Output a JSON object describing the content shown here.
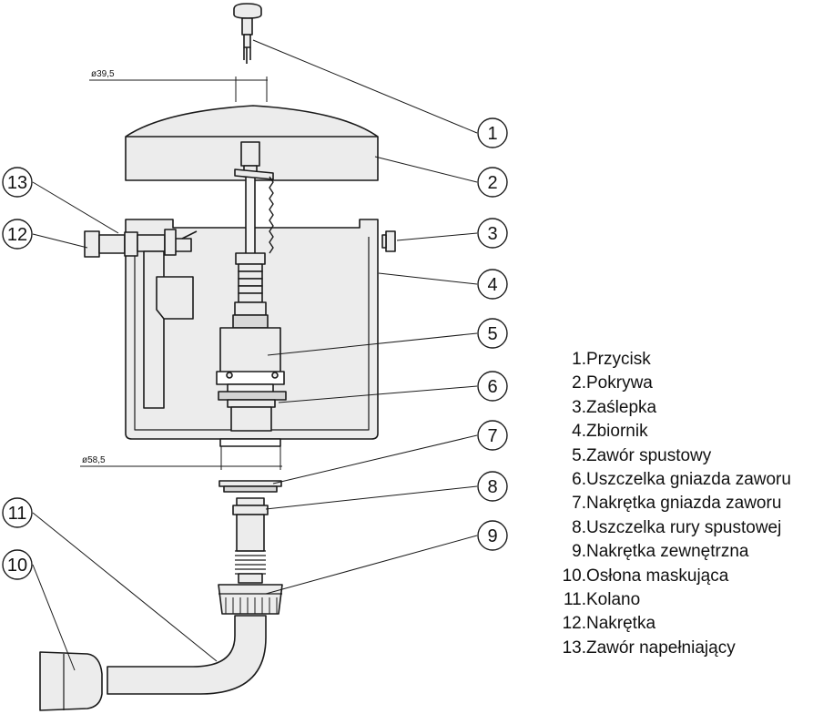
{
  "dimensions": {
    "top": "ø39,5",
    "bottom": "ø58,5"
  },
  "callouts": [
    "1",
    "2",
    "3",
    "4",
    "5",
    "6",
    "7",
    "8",
    "9",
    "10",
    "11",
    "12",
    "13"
  ],
  "legend": [
    {
      "num": "1.",
      "label": "Przycisk"
    },
    {
      "num": "2.",
      "label": "Pokrywa"
    },
    {
      "num": "3.",
      "label": "Zaślepka"
    },
    {
      "num": "4.",
      "label": "Zbiornik"
    },
    {
      "num": "5.",
      "label": "Zawór spustowy"
    },
    {
      "num": "6.",
      "label": "Uszczelka gniazda zaworu"
    },
    {
      "num": "7.",
      "label": "Nakrętka gniazda zaworu"
    },
    {
      "num": "8.",
      "label": "Uszczelka rury spustowej"
    },
    {
      "num": "9.",
      "label": "Nakrętka zewnętrzna"
    },
    {
      "num": "10.",
      "label": "Osłona maskująca"
    },
    {
      "num": "11.",
      "label": "Kolano"
    },
    {
      "num": "12.",
      "label": "Nakrętka"
    },
    {
      "num": "13.",
      "label": "Zawór napełniający"
    }
  ]
}
